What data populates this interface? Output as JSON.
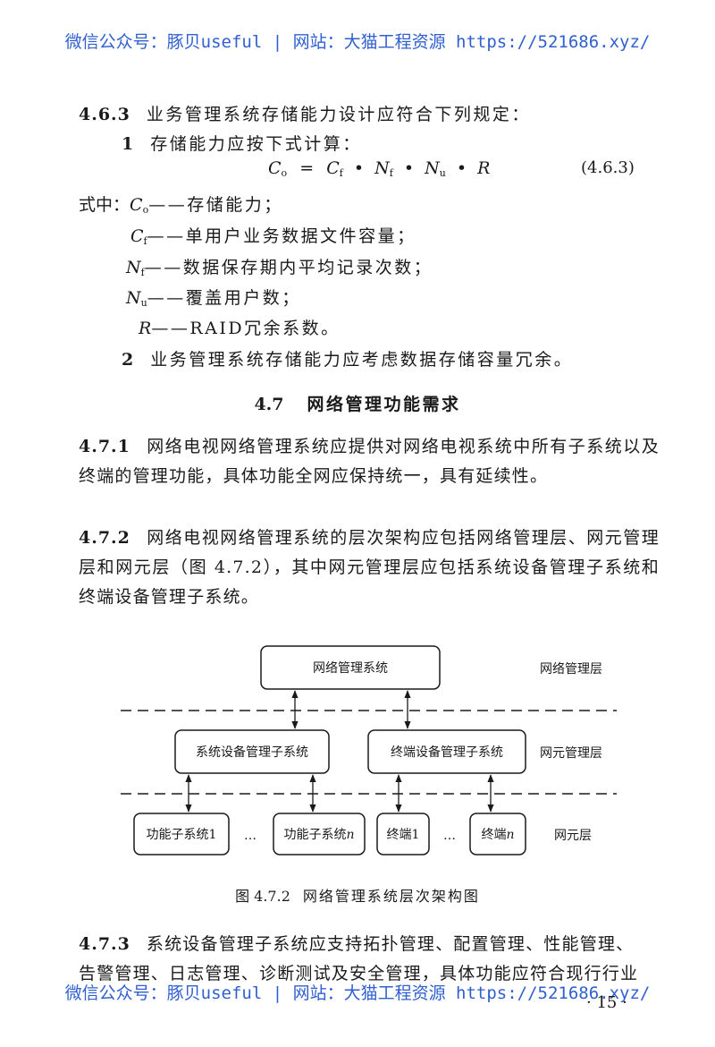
{
  "watermark": {
    "top": "微信公众号：豚贝useful | 网站：大猫工程资源 https://521686.xyz/",
    "bottom": "微信公众号：豚贝useful | 网站：大猫工程资源 https://521686.xyz/"
  },
  "clause_463": {
    "number": "4.6.3",
    "text": "业务管理系统存储能力设计应符合下列规定：",
    "item1": {
      "number": "1",
      "text": "存储能力应按下式计算："
    },
    "formula": {
      "lhs": "C",
      "lhs_sub": "o",
      "t1": "C",
      "t1_sub": "f",
      "t2": "N",
      "t2_sub": "f",
      "t3": "N",
      "t3_sub": "u",
      "t4": "R",
      "eq": "=",
      "dot": "•",
      "eq_number": "(4.6.3)"
    },
    "where_prefix": "式中：",
    "definitions": [
      {
        "sym": "C",
        "sub": "o",
        "text": "——存储能力；"
      },
      {
        "sym": "C",
        "sub": "f",
        "text": "——单用户业务数据文件容量；"
      },
      {
        "sym": "N",
        "sub": "f",
        "text": "——数据保存期内平均记录次数；"
      },
      {
        "sym": "N",
        "sub": "u",
        "text": "——覆盖用户数；"
      },
      {
        "sym": "R",
        "sub": "",
        "text": "——RAID冗余系数。"
      }
    ],
    "item2": {
      "number": "2",
      "text": "业务管理系统存储能力应考虑数据存储容量冗余。"
    }
  },
  "section_47": {
    "number": "4.7",
    "title": "网络管理功能需求"
  },
  "clause_471": {
    "number": "4.7.1",
    "text": "网络电视网络管理系统应提供对网络电视系统中所有子系统以及终端的管理功能，具体功能全网应保持统一，具有延续性。"
  },
  "clause_472": {
    "number": "4.7.2",
    "text": "网络电视网络管理系统的层次架构应包括网络管理层、网元管理层和网元层（图 4.7.2），其中网元管理层应包括系统设备管理子系统和终端设备管理子系统。"
  },
  "diagram": {
    "top_box": "网络管理系统",
    "mid_left_box": "系统设备管理子系统",
    "mid_right_box": "终端设备管理子系统",
    "bottom_boxes": [
      "功能子系统1",
      "功能子系统",
      "终端1",
      "终端"
    ],
    "bottom_box_suffix": "n",
    "ellipsis": "…",
    "layers": [
      "网络管理层",
      "网元管理层",
      "网元层"
    ]
  },
  "figure_caption": {
    "number": "图 4.7.2",
    "title": "网络管理系统层次架构图"
  },
  "clause_473": {
    "number": "4.7.3",
    "line1": "系统设备管理子系统应支持拓扑管理、配置管理、性能管理、",
    "line2": "告警管理、日志管理、诊断测试及安全管理，具体功能应符合现行行业"
  },
  "page_number": "· 15 ·"
}
